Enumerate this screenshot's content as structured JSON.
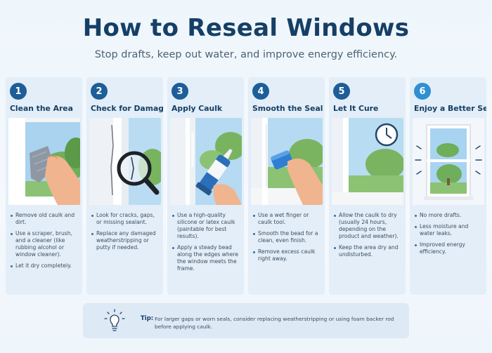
{
  "header": {
    "title": "How to Reseal Windows",
    "subtitle": "Stop drafts, keep out water, and improve energy efficiency."
  },
  "steps": [
    {
      "number": "1",
      "title": "Clean the Area",
      "bullets": [
        "Remove old caulk and dirt.",
        "Use a scraper, brush, and a cleaner (like rubbing alcohol or window cleaner).",
        "Let it dry completely."
      ]
    },
    {
      "number": "2",
      "title": "Check for Damage",
      "bullets": [
        "Look for cracks, gaps, or missing sealant.",
        "Replace any damaged weatherstripping or putty if needed."
      ]
    },
    {
      "number": "3",
      "title": "Apply Caulk",
      "bullets": [
        "Use a high-quality silicone or latex caulk (paintable for best results).",
        "Apply a steady bead along the edges where the window meets the frame."
      ]
    },
    {
      "number": "4",
      "title": "Smooth the Seal",
      "bullets": [
        "Use a wet finger or caulk tool.",
        "Smooth the bead for a clean, even finish.",
        "Remove excess caulk right away."
      ]
    },
    {
      "number": "5",
      "title": "Let It Cure",
      "bullets": [
        "Allow the caulk to dry (usually 24 hours, depending on the product and weather).",
        "Keep the area dry and undisturbed."
      ]
    },
    {
      "number": "6",
      "title": "Enjoy a Better Seal",
      "bullets": [
        "No more drafts.",
        "Less moisture and water leaks.",
        "Improved energy efficiency."
      ]
    }
  ],
  "tip": {
    "label": "Tip:",
    "text": "For larger gaps or worn seals, consider replacing weatherstripping or using foam backer rod before applying caulk."
  },
  "colors": {
    "accent": "#1d5e99",
    "accent_light": "#2f8fd2",
    "card": "#e3eef8",
    "title": "#163f66"
  },
  "icons": [
    "rag-icon",
    "magnifier-icon",
    "caulk-gun-icon",
    "finger-icon",
    "clock-icon",
    "window-icon",
    "lightbulb-icon"
  ]
}
